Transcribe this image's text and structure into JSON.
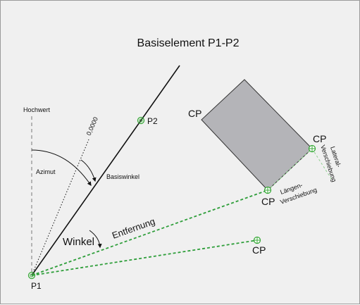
{
  "title": "Basiselement P1-P2",
  "labels": {
    "hochwert": "Hochwert",
    "zero_direction": "0,0000",
    "p2": "P2",
    "p1": "P1",
    "azimut": "Azimut",
    "basiswinkel": "Basiswinkel",
    "winkel": "Winkel",
    "entfernung": "Entfernung",
    "laengen_line1": "Längen-",
    "laengen_line2": "Verschiebung",
    "lateral_line1": "Lateral-",
    "lateral_line2": "Verschiebung",
    "cp_top_left": "CP",
    "cp_top_right": "CP",
    "cp_bottom": "CP",
    "cp_lower": "CP"
  },
  "colors": {
    "background": "#f0f0f0",
    "rectangle_fill": "#b4b4b8",
    "dashed_green": "#2e9e3a",
    "marker_green": "#3aaa3a",
    "line": "#111111"
  }
}
